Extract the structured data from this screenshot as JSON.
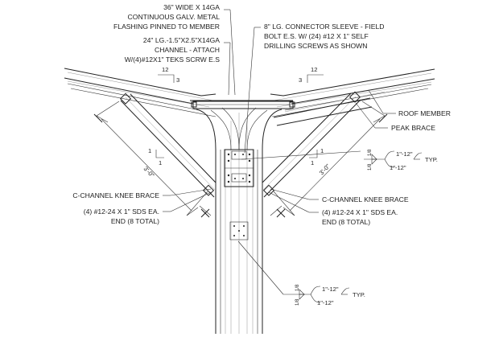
{
  "callouts": {
    "flashing": [
      "36\" WIDE X 14GA",
      "CONTINUOUS GALV. METAL",
      "FLASHING PINNED TO MEMBER"
    ],
    "channel": [
      "24\" LG.-1.5\"X2.5\"X14GA",
      "CHANNEL - ATTACH",
      "W/(4)#12X1\" TEKS SCRW E.S"
    ],
    "sleeve": [
      "8\" LG. CONNECTOR SLEEVE - FIELD",
      "BOLT E.S. W/ (24) #12 X 1\" SELF",
      "DRILLING SCREWS AS SHOWN"
    ],
    "roof_member": "ROOF MEMBER",
    "peak_brace": "PEAK BRACE",
    "knee_brace_left": "C-CHANNEL KNEE BRACE",
    "knee_brace_right": "C-CHANNEL KNEE BRACE",
    "sds_left": [
      "(4) #12-24 X 1\" SDS EA.",
      "END (8 TOTAL)"
    ],
    "sds_right": [
      "(4) #12-24 X 1\" SDS EA.",
      "END (8 TOTAL)"
    ]
  },
  "slopes": {
    "left_run": "12",
    "left_rise": "3",
    "right_run": "12",
    "right_rise": "3"
  },
  "brace_angles": {
    "left_run": "1",
    "left_rise": "1",
    "right_run": "1",
    "right_rise": "1"
  },
  "dimensions": {
    "left_brace": "3'-0\"",
    "right_brace": "3'-0\""
  },
  "welds": {
    "upper": {
      "size_top": "1/8",
      "size_bottom": "1/8",
      "spacing_top": "1\"-12\"",
      "spacing_bottom": "1\"-12\"",
      "note": "TYP."
    },
    "lower": {
      "size_top": "1/8",
      "size_bottom": "1/8",
      "spacing_top": "1\"-12\"",
      "spacing_bottom": "1\"-12\"",
      "note": "TYP."
    }
  }
}
